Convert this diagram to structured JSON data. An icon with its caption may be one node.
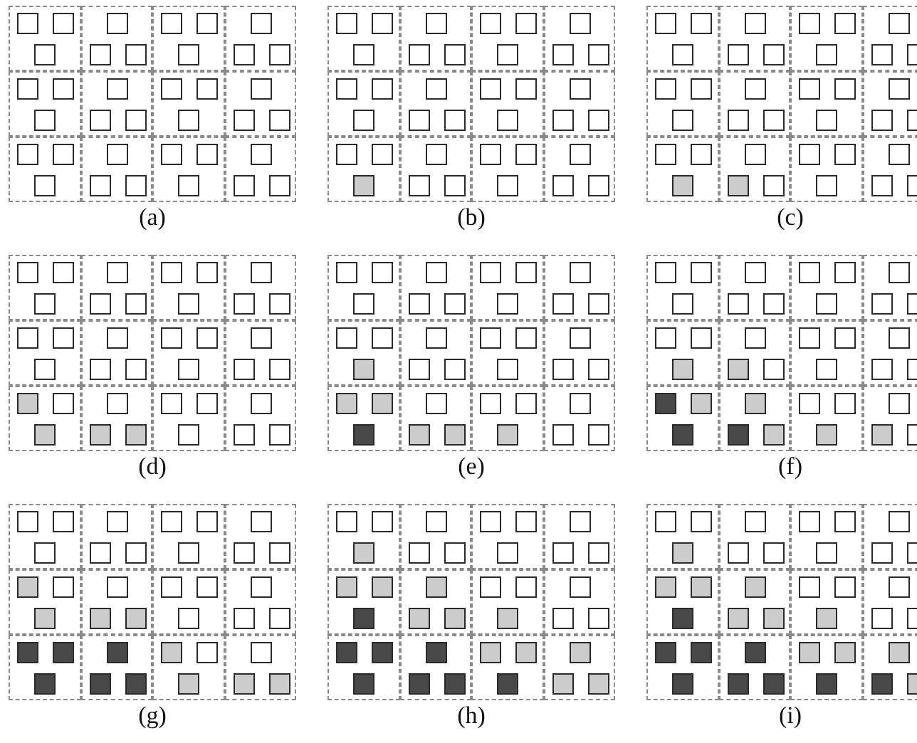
{
  "diagram": {
    "labels": [
      "(a)",
      "(b)",
      "(c)",
      "(d)",
      "(e)",
      "(f)",
      "(g)",
      "(h)",
      "(i)"
    ]
  }
}
